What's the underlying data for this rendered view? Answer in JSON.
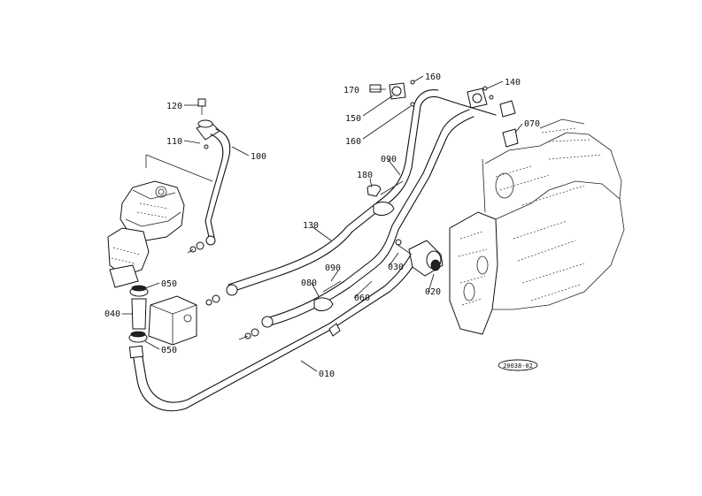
{
  "callouts": {
    "c010": "010",
    "c020": "020",
    "c030": "030",
    "c040": "040",
    "c050a": "050",
    "c050b": "050",
    "c060": "060",
    "c070": "070",
    "c080": "080",
    "c090a": "090",
    "c090b": "090",
    "c100": "100",
    "c110": "110",
    "c120": "120",
    "c130": "130",
    "c140": "140",
    "c150": "150",
    "c160a": "160",
    "c160b": "160",
    "c170": "170",
    "c180": "180"
  },
  "drawing_code": "20038-02"
}
